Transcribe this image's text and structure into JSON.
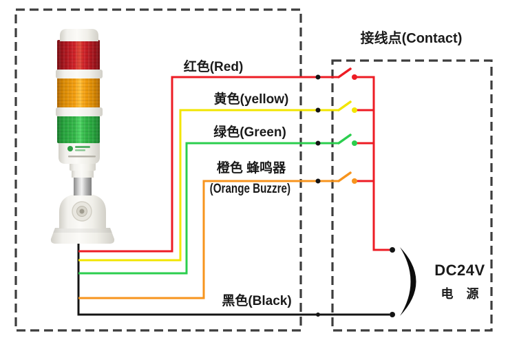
{
  "diagram": {
    "contact_title": "接线点(Contact)",
    "wire_labels": {
      "red": "红色(Red)",
      "yellow": "黄色(yellow)",
      "green": "绿色(Green)",
      "orange_line1": "橙色 蜂鸣器",
      "orange_line2": "(Orange Buzzre)",
      "black": "黑色(Black)"
    },
    "power_supply": {
      "line1": "DC24V",
      "line2": "电 源"
    }
  },
  "colors": {
    "red": "#ED1C24",
    "yellow": "#F2E500",
    "green": "#2BCE4E",
    "orange": "#F7941D",
    "black": "#141414",
    "dash_border": "#3D3D3D",
    "label_text": "#1A1A1A"
  }
}
